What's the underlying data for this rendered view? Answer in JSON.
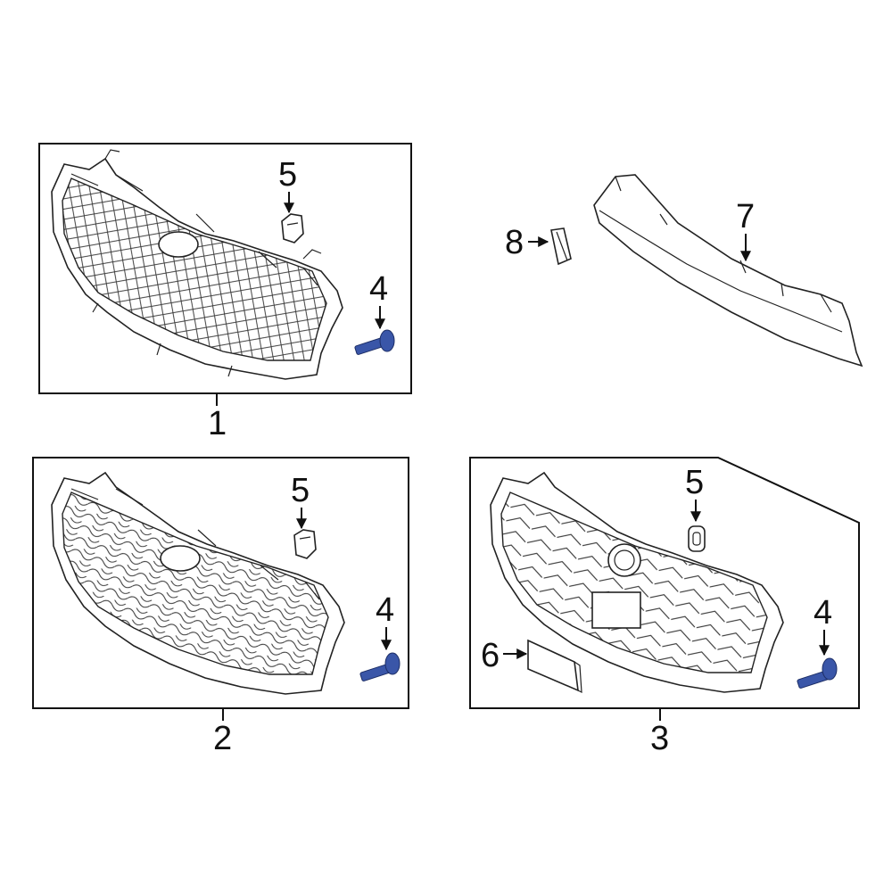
{
  "callouts": {
    "c1": "1",
    "c2": "2",
    "c3": "3",
    "c4a": "4",
    "c4b": "4",
    "c4c": "4",
    "c5a": "5",
    "c5b": "5",
    "c5c": "5",
    "c6": "6",
    "c7": "7",
    "c8": "8"
  },
  "colors": {
    "bolt": "#3a56a8",
    "line": "#111111",
    "background": "#ffffff"
  },
  "icons": {
    "bolt": "bolt-icon",
    "clip": "clip-icon",
    "arrow": "arrow-down-icon"
  }
}
